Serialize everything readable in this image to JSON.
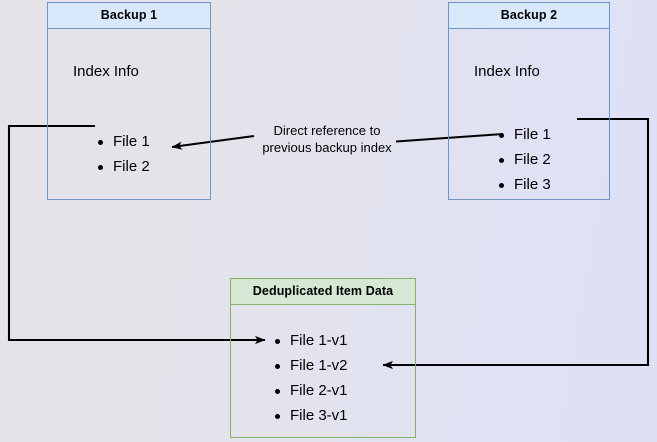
{
  "diagram": {
    "type": "backup-deduplication-flow",
    "background_left_color": "#e5e3e8",
    "background_right_color": "#dee0f6"
  },
  "nodes": {
    "backup1": {
      "title": "Backup 1",
      "section_label": "Index Info",
      "border_color": "#7094c4",
      "header_fill": "#dae8fc",
      "items": [
        {
          "label": "File 1"
        },
        {
          "label": "File 2"
        }
      ]
    },
    "backup2": {
      "title": "Backup 2",
      "section_label": "Index Info",
      "border_color": "#7094c4",
      "header_fill": "#dae8fc",
      "items": [
        {
          "label": "File 1"
        },
        {
          "label": "File 2"
        },
        {
          "label": "File 3"
        }
      ]
    },
    "dedup": {
      "title": "Deduplicated Item Data",
      "border_color": "#82b366",
      "header_fill": "#d5e8d4",
      "items": [
        {
          "label": "File 1-v1"
        },
        {
          "label": "File 1-v2"
        },
        {
          "label": "File 2-v1"
        },
        {
          "label": "File 3-v1"
        }
      ]
    }
  },
  "edges": {
    "direct_reference": {
      "label": "Direct reference to\nprevious backup index",
      "from": "backup2.File 2",
      "to": "backup1.File 2",
      "color": "#000000"
    },
    "backup1_to_dedup": {
      "label": "",
      "from": "backup1.File 1",
      "to": "dedup.File 1-v1",
      "color": "#000000"
    },
    "backup2_to_dedup": {
      "label": "",
      "from": "backup2.File 1",
      "to": "dedup.File 1-v2",
      "color": "#000000"
    }
  }
}
